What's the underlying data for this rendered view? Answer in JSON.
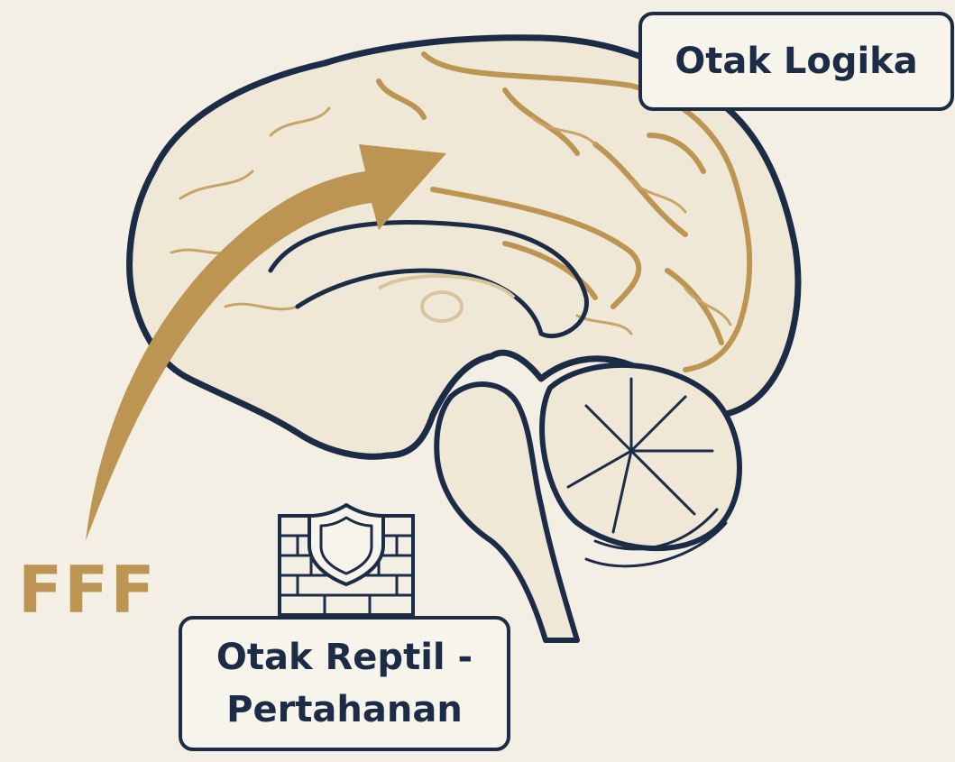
{
  "labels": {
    "logic_brain": "Otak Logika",
    "reptile_brain_line1": "Otak Reptil -",
    "reptile_brain_line2": "Pertahanan",
    "fff": "FFF"
  },
  "icons": {
    "arrow": "curved-arrow-icon",
    "shield": "shield-icon",
    "wall": "brick-wall-icon"
  },
  "colors": {
    "background": "#f3efe4",
    "outline": "#1c2b46",
    "gold": "#bd9552",
    "brain_fill": "#f0e8d6",
    "label_fill": "#f7f4ec"
  }
}
